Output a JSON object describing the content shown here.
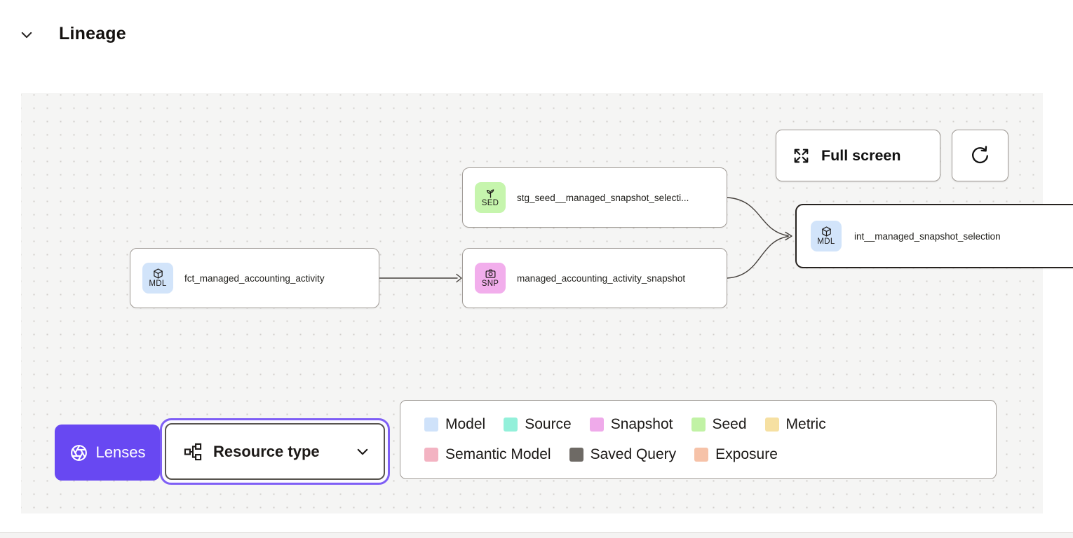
{
  "header": {
    "title": "Lineage",
    "collapse_icon": "chevron-down"
  },
  "toolbar": {
    "full_screen_label": "Full screen",
    "refresh_icon": "refresh",
    "full_screen_icon": "expand-arrows"
  },
  "nodes": [
    {
      "badge": "SED",
      "type": "seed",
      "label": "stg_seed__managed_snapshot_selecti...",
      "color": "#c6f5ad",
      "icon": "sprout-icon",
      "selected": false
    },
    {
      "badge": "MDL",
      "type": "model",
      "label": "fct_managed_accounting_activity",
      "color": "#d2e4fa",
      "icon": "cube-icon",
      "selected": false
    },
    {
      "badge": "SNP",
      "type": "snapshot",
      "label": "managed_accounting_activity_snapshot",
      "color": "#f2aeec",
      "icon": "camera-icon",
      "selected": false
    },
    {
      "badge": "MDL",
      "type": "model",
      "label": "int__managed_snapshot_selection",
      "color": "#d2e4fa",
      "icon": "cube-icon",
      "selected": true
    }
  ],
  "controls": {
    "lenses_label": "Lenses",
    "lenses_icon": "aperture",
    "resource_type_label": "Resource type",
    "resource_type_icon": "hierarchy",
    "accent_purple": "#6848f2"
  },
  "legend": {
    "rows": [
      [
        {
          "label": "Model",
          "color": "#cfe2fa"
        },
        {
          "label": "Source",
          "color": "#93f0da"
        },
        {
          "label": "Snapshot",
          "color": "#efaaea"
        },
        {
          "label": "Seed",
          "color": "#c1f2a5"
        },
        {
          "label": "Metric",
          "color": "#f6e0a2"
        }
      ],
      [
        {
          "label": "Semantic Model",
          "color": "#f3b3c2"
        },
        {
          "label": "Saved Query",
          "color": "#6e6a65"
        },
        {
          "label": "Exposure",
          "color": "#f6c2a8"
        }
      ]
    ]
  },
  "colors": {
    "canvas_bg": "#f5f5f4",
    "node_border": "#a19c97",
    "selected_node_border": "#272320",
    "edge": "#45403c"
  }
}
